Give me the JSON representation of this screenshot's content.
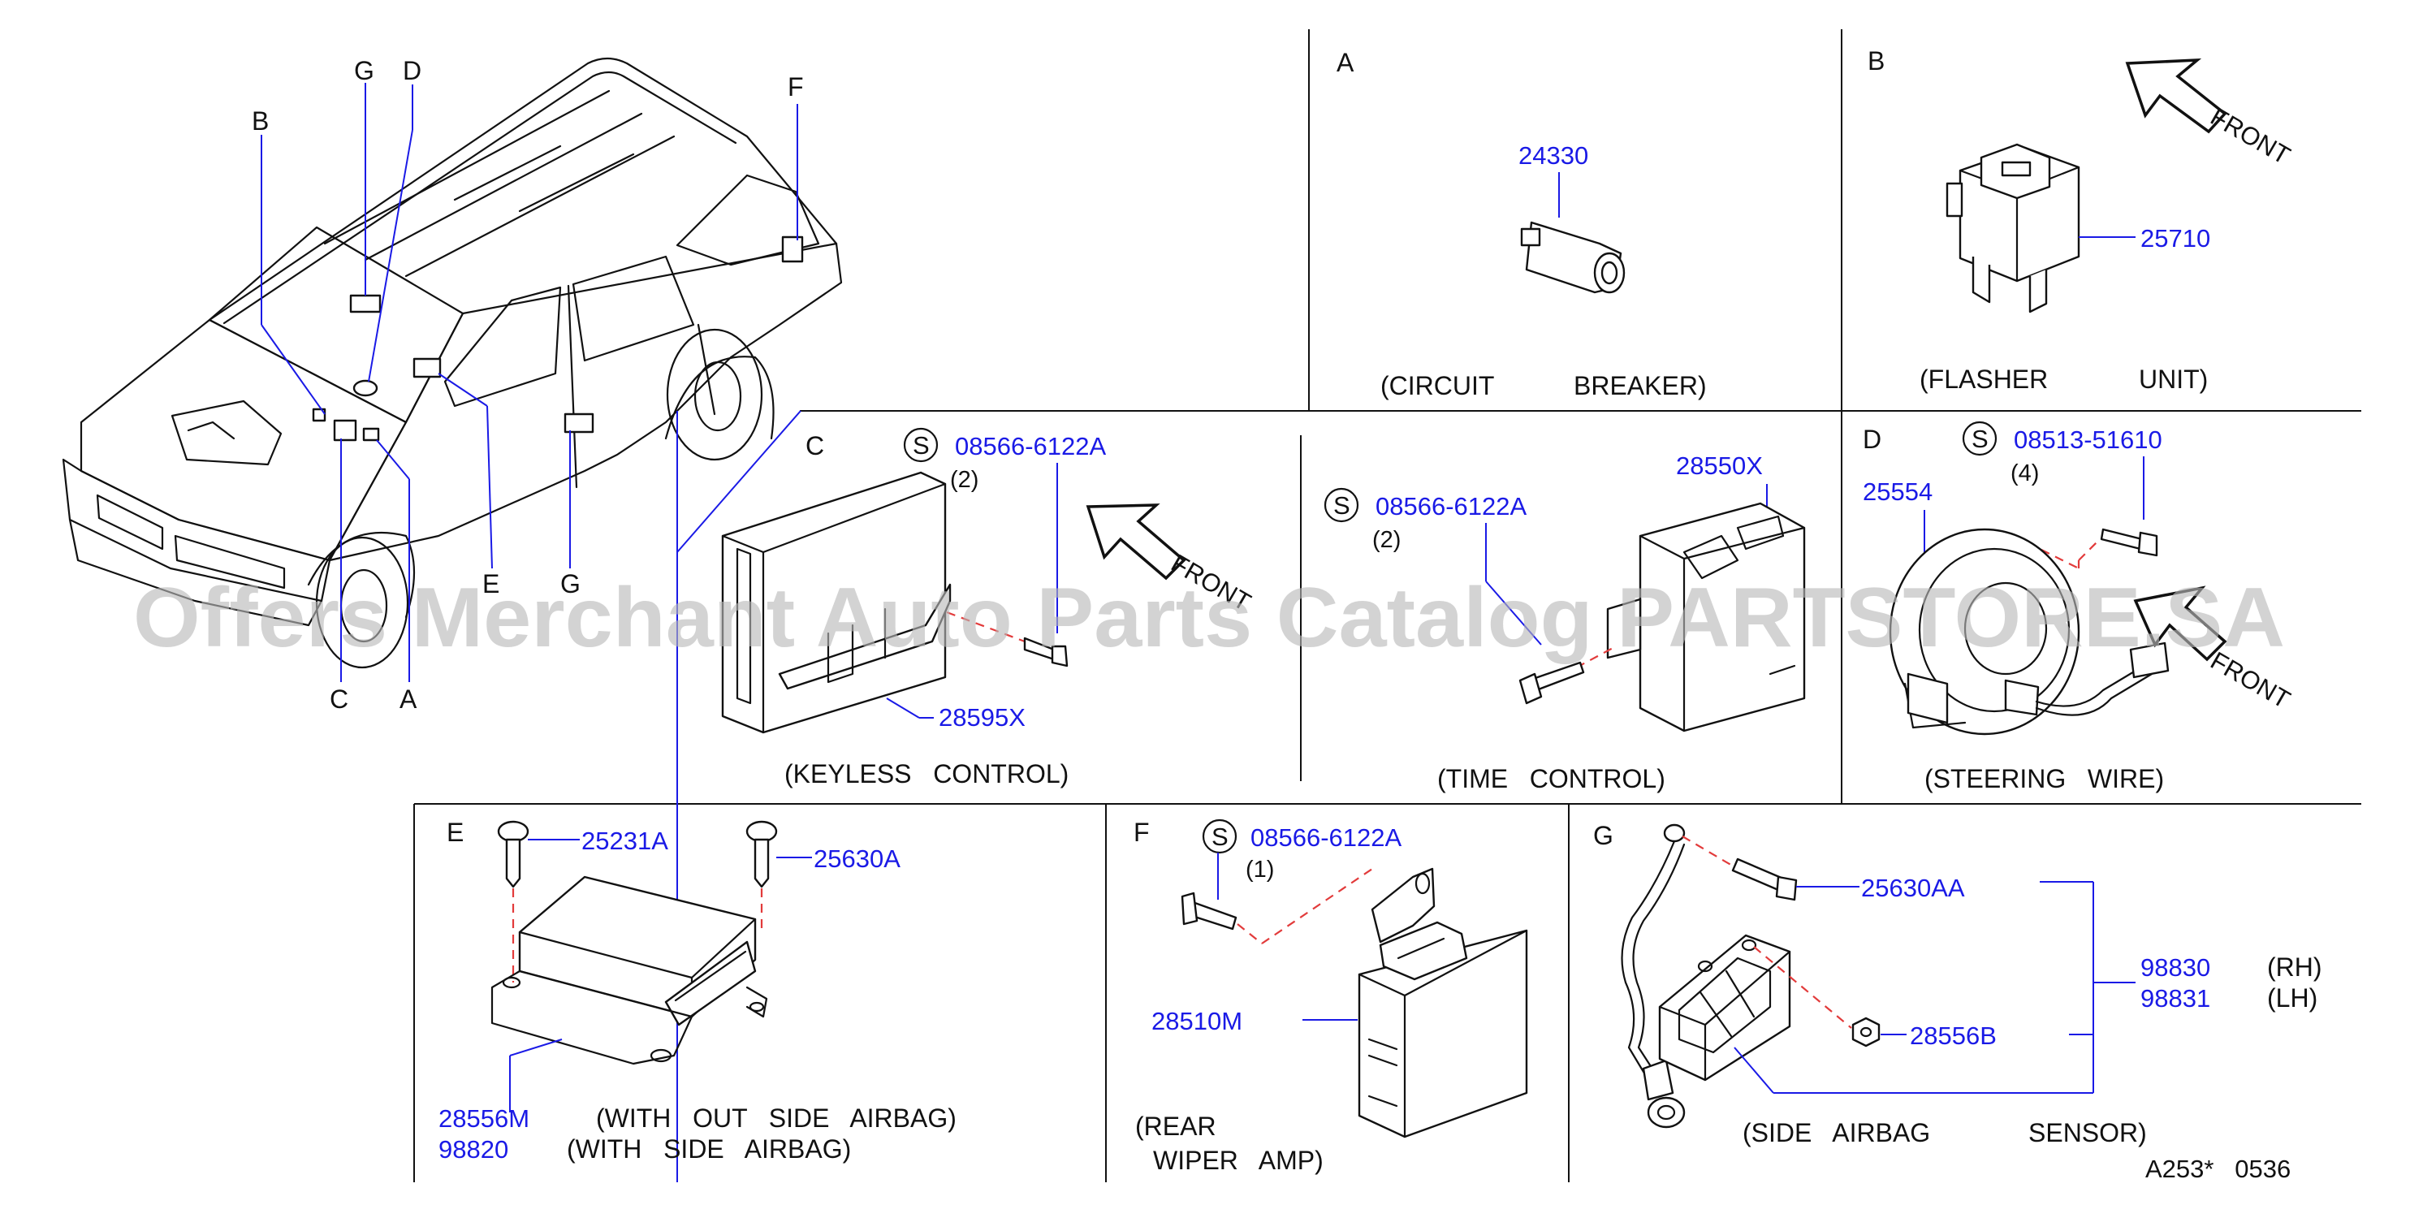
{
  "sections": {
    "A": {
      "letter": "A",
      "caption_1": "(CIRCUIT",
      "caption_2": "BREAKER)",
      "part": "24330"
    },
    "B": {
      "letter": "B",
      "caption_1": "(FLASHER",
      "caption_2": "UNIT)",
      "part": "25710",
      "front": "FRONT"
    },
    "C": {
      "letter": "C",
      "caption": "(KEYLESS   CONTROL)",
      "screw_symbol": "S",
      "screw_part": "08566-6122A",
      "screw_qty": "(2)",
      "part": "28595X",
      "front": "FRONT"
    },
    "time": {
      "caption": "(TIME   CONTROL)",
      "screw_symbol": "S",
      "screw_part": "08566-6122A",
      "screw_qty": "(2)",
      "part": "28550X"
    },
    "D": {
      "letter": "D",
      "caption": "(STEERING   WIRE)",
      "screw_symbol": "S",
      "screw_part": "08513-51610",
      "screw_qty": "(4)",
      "part": "25554",
      "front": "FRONT"
    },
    "E": {
      "letter": "E",
      "bolt_1": "25231A",
      "bolt_2": "25630A",
      "part_1": "28556M",
      "part_2": "98820",
      "note_1": "(WITH   OUT   SIDE   AIRBAG)",
      "note_2": "(WITH   SIDE   AIRBAG)"
    },
    "F": {
      "letter": "F",
      "screw_symbol": "S",
      "screw_part": "08566-6122A",
      "screw_qty": "(1)",
      "part": "28510M",
      "caption_1": "(REAR",
      "caption_2": "WIPER   AMP)"
    },
    "G": {
      "letter": "G",
      "bolt": "25630AA",
      "nut": "28556B",
      "sensor_rh": "98830",
      "sensor_lh": "98831",
      "rh": "(RH)",
      "lh": "(LH)",
      "caption_1": "(SIDE   AIRBAG",
      "caption_2": "SENSOR)"
    }
  },
  "vehicle_callouts": {
    "g1": "G",
    "d": "D",
    "b": "B",
    "f": "F",
    "e": "E",
    "g2": "G",
    "c": "C",
    "a": "A"
  },
  "diagram_code": "A253*   0536",
  "watermark": "Offers Merchant Auto Parts Catalog PARTSTORE.SA",
  "colors": {
    "part_number": "#1a1ae6",
    "leader": "#1a1ae6",
    "dashed_line": "#e23b3b",
    "line_art": "#111111",
    "watermark": "#b9b9b9"
  }
}
